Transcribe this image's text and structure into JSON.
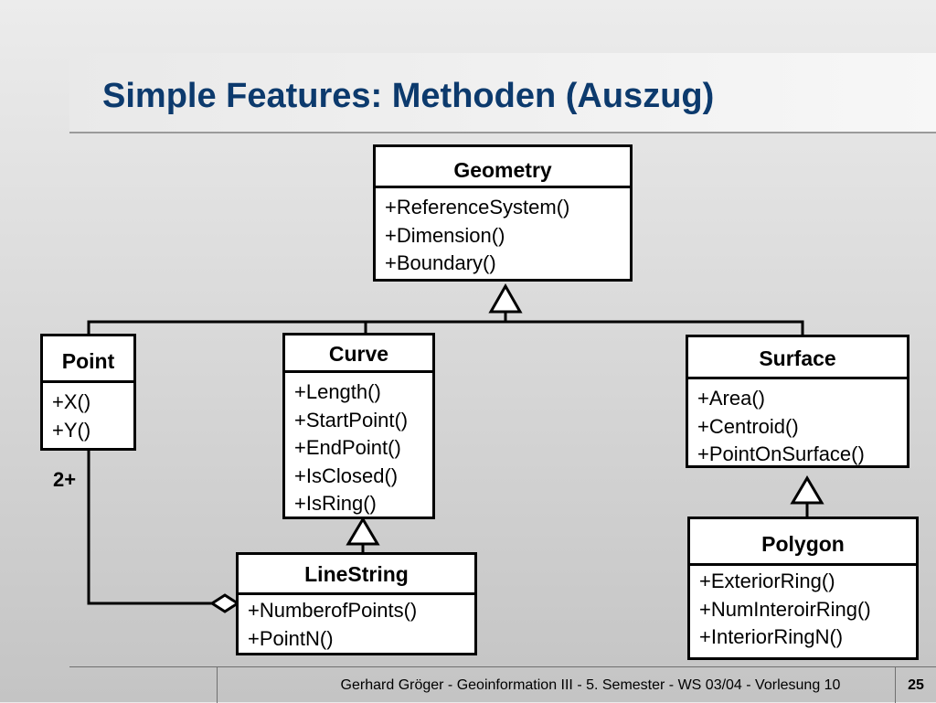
{
  "slide": {
    "title": "Simple Features: Methoden (Auszug)",
    "multiplicity": "2+"
  },
  "classes": {
    "geometry": {
      "name": "Geometry",
      "ops": [
        "+ReferenceSystem()",
        "+Dimension()",
        "+Boundary()"
      ]
    },
    "point": {
      "name": "Point",
      "ops": [
        "+X()",
        "+Y()"
      ]
    },
    "curve": {
      "name": "Curve",
      "ops": [
        "+Length()",
        "+StartPoint()",
        "+EndPoint()",
        "+IsClosed()",
        "+IsRing()"
      ]
    },
    "surface": {
      "name": "Surface",
      "ops": [
        "+Area()",
        "+Centroid()",
        "+PointOnSurface()"
      ]
    },
    "linestring": {
      "name": "LineString",
      "ops": [
        "+NumberofPoints()",
        "+PointN()"
      ]
    },
    "polygon": {
      "name": "Polygon",
      "ops": [
        "+ExteriorRing()",
        "+NumInteroirRing()",
        "+InteriorRingN()"
      ]
    }
  },
  "footer": {
    "text": "Gerhard Gröger  -  Geoinformation III  -  5. Semester  -  WS 03/04  -  Vorlesung 10",
    "page": "25"
  }
}
